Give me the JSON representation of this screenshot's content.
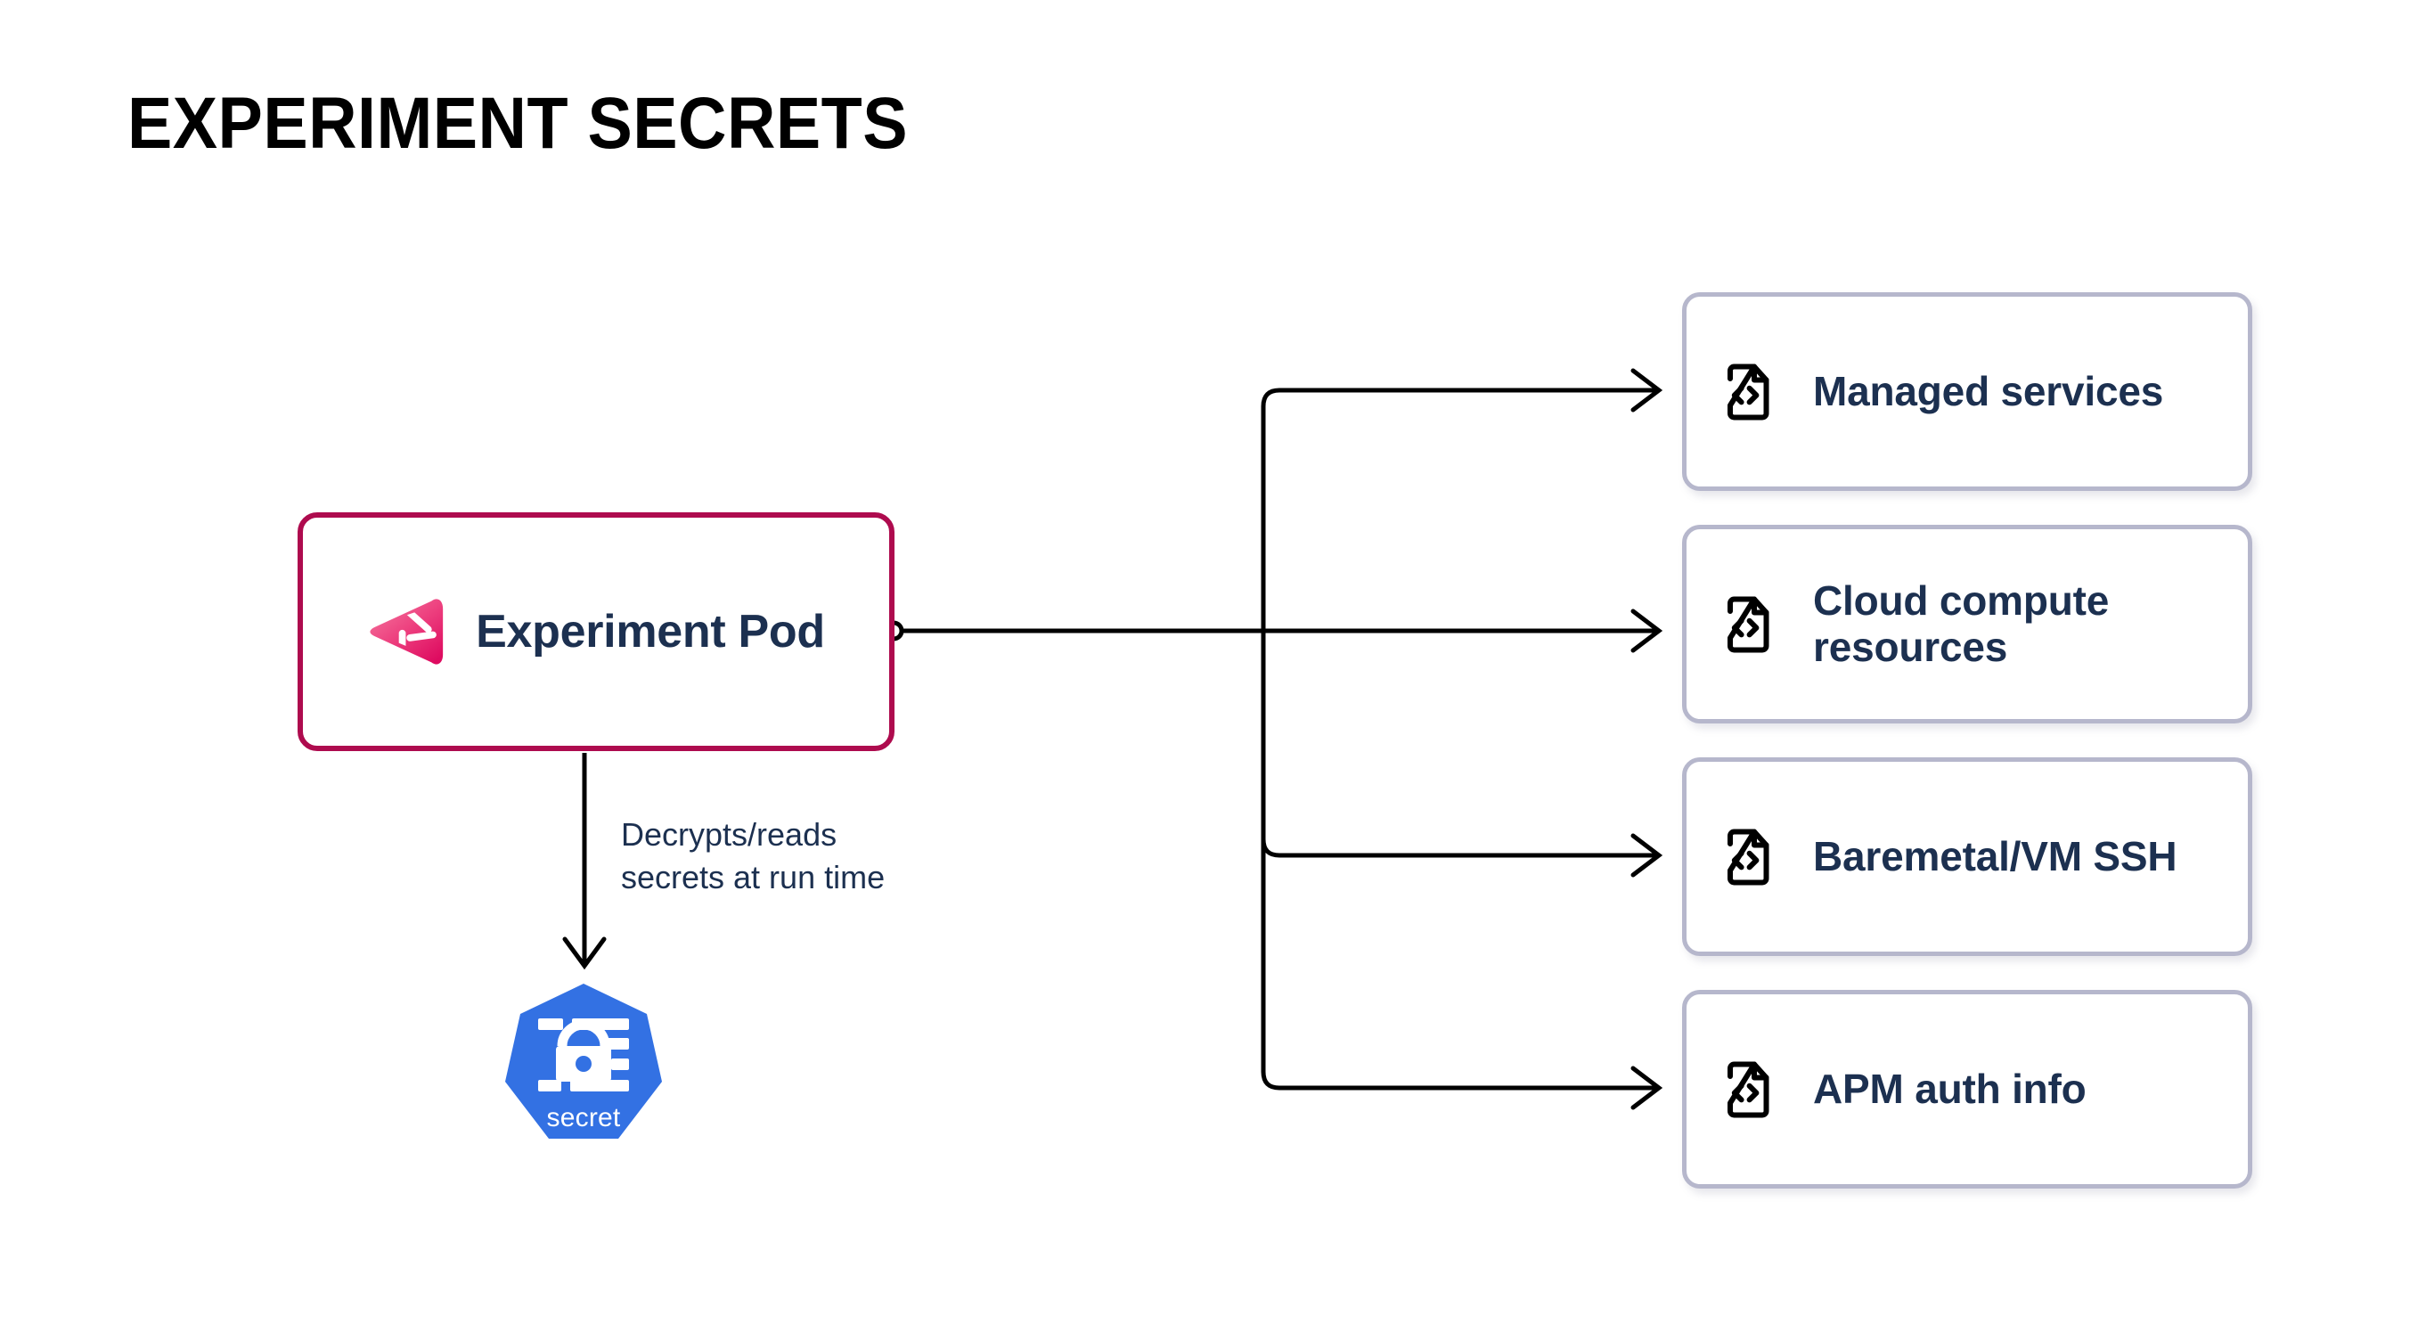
{
  "page": {
    "title": "EXPERIMENT SECRETS",
    "background_color": "#ffffff"
  },
  "colors": {
    "pod_border": "#AE0B4E",
    "card_border": "#B6B7CC",
    "text_navy": "#1C3050",
    "connector_line": "#000000",
    "kubernetes_blue": "#3371E3",
    "logo_pink_light": "#F4628F",
    "logo_pink_deep": "#E01B67"
  },
  "pod": {
    "label": "Experiment Pod",
    "logo_icon": "gremlin-logo-icon",
    "connector_port_icon": "circle-port-icon"
  },
  "edge_label": {
    "text": "Decrypts/reads\nsecrets at run time"
  },
  "secret": {
    "label": "secret",
    "icon": "kubernetes-secret-icon"
  },
  "cards": [
    {
      "id": "managed-services",
      "label": "Managed services",
      "icon": "file-code-icon"
    },
    {
      "id": "cloud-compute",
      "label": "Cloud compute resources",
      "icon": "file-code-icon"
    },
    {
      "id": "baremetal-ssh",
      "label": "Baremetal/VM SSH",
      "icon": "file-code-icon"
    },
    {
      "id": "apm-auth",
      "label": "APM auth info",
      "icon": "file-code-icon"
    }
  ]
}
